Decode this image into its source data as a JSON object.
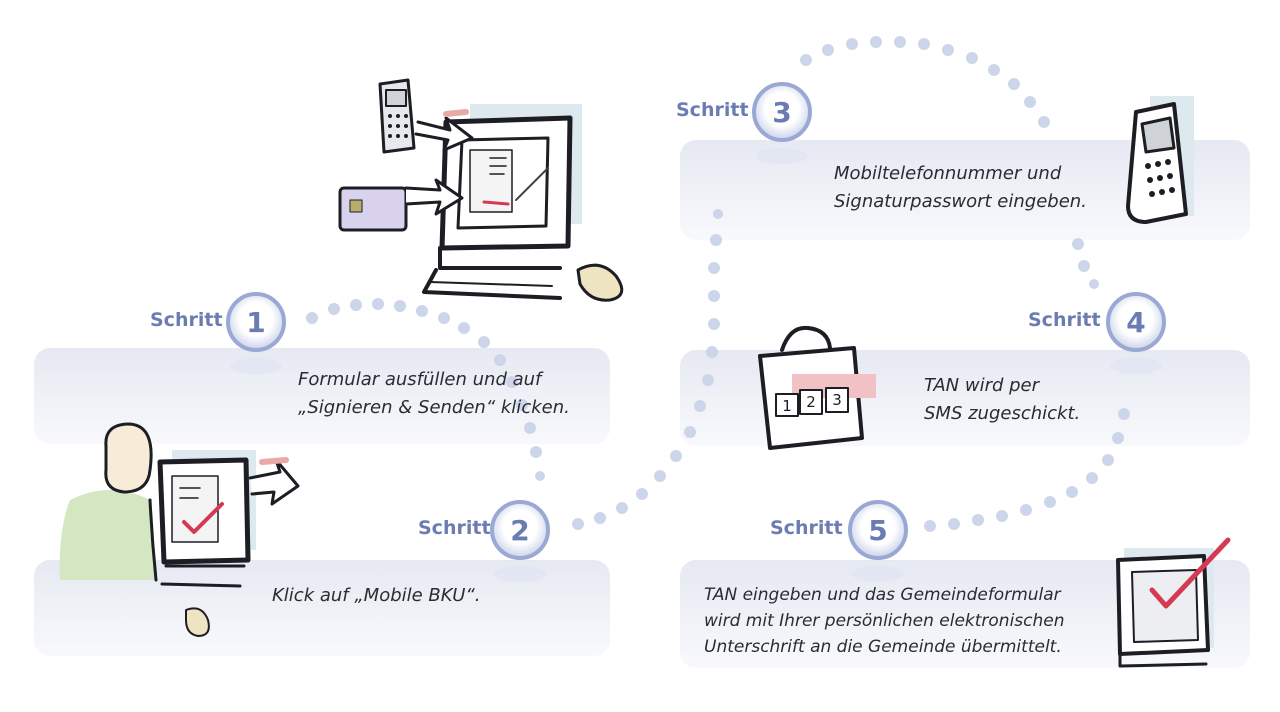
{
  "step_word": "Schritt",
  "steps": [
    {
      "number": "1",
      "lines": [
        "Formular ausfüllen und auf",
        "„Signieren & Senden“ klicken."
      ]
    },
    {
      "number": "2",
      "lines": [
        "Klick auf „Mobile BKU“."
      ]
    },
    {
      "number": "3",
      "lines": [
        "Mobiltelefonnummer und",
        "Signaturpasswort eingeben."
      ]
    },
    {
      "number": "4",
      "lines": [
        "TAN wird per",
        "SMS zugeschickt."
      ]
    },
    {
      "number": "5",
      "lines": [
        "TAN eingeben und das Gemeindeformular",
        "wird mit Ihrer persönlichen elektronischen",
        "Unterschrift an die Gemeinde übermittelt."
      ]
    }
  ],
  "tan_keys": [
    "1",
    "2",
    "3"
  ],
  "colors": {
    "accent_blue": "#6a7cb2",
    "band": "#eef0f6",
    "dots": "#cdd5ea",
    "check_red": "#d63a52"
  }
}
